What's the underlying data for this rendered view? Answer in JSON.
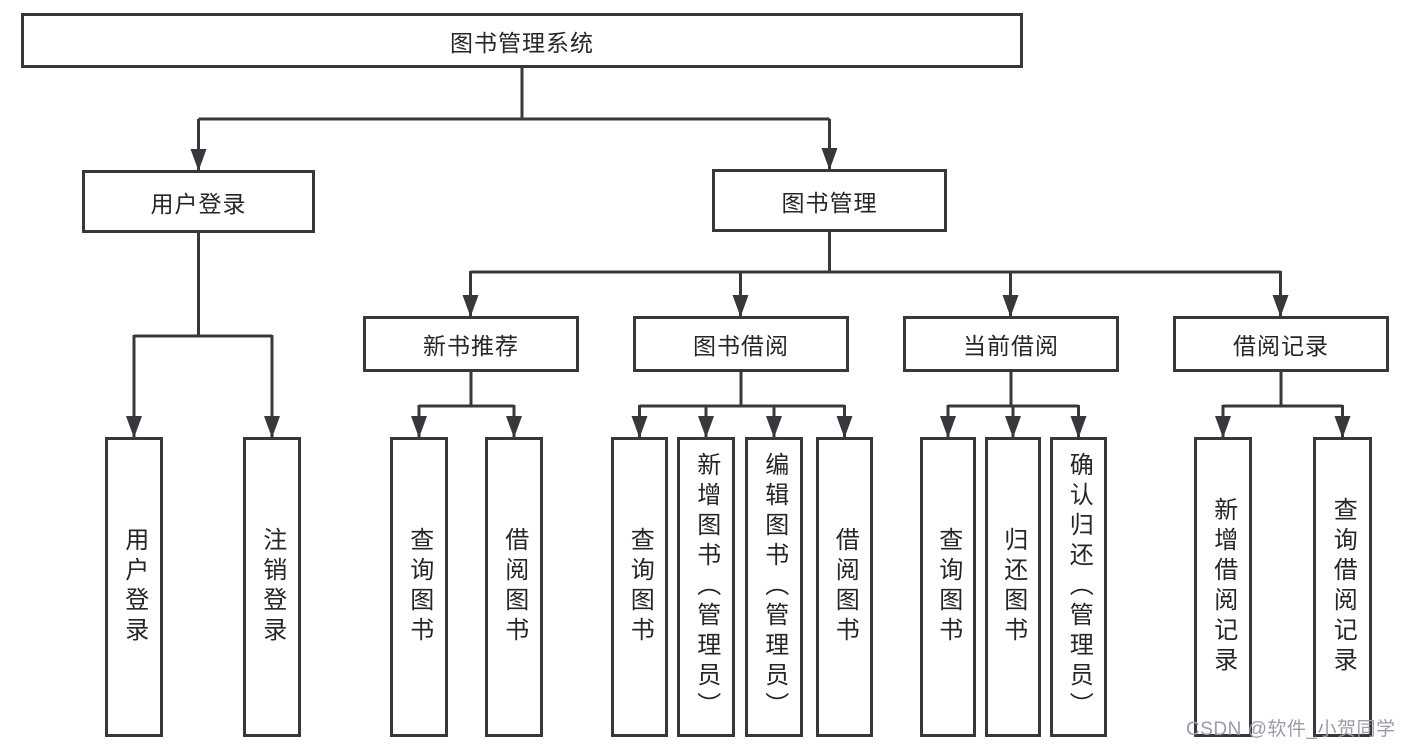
{
  "diagram": {
    "root": {
      "label": "图书管理系统"
    },
    "level2": [
      {
        "id": "user-login",
        "label": "用户登录"
      },
      {
        "id": "book-management",
        "label": "图书管理"
      }
    ],
    "level3": [
      {
        "id": "new-book-recommend",
        "label": "新书推荐"
      },
      {
        "id": "book-borrow",
        "label": "图书借阅"
      },
      {
        "id": "current-borrow",
        "label": "当前借阅"
      },
      {
        "id": "borrow-record",
        "label": "借阅记录"
      }
    ],
    "leaves": {
      "user_login": [
        "用户登录",
        "注销登录"
      ],
      "new_book_recommend": [
        "查询图书",
        "借阅图书"
      ],
      "book_borrow": [
        "查询图书",
        "新增图书（管理员）",
        "编辑图书（管理员）",
        "借阅图书"
      ],
      "current_borrow": [
        "查询图书",
        "归还图书",
        "确认归还（管理员）"
      ],
      "borrow_record": [
        "新增借阅记录",
        "查询借阅记录"
      ]
    }
  },
  "watermark": {
    "text": "CSDN @软件_小贺同学",
    "color": "#9c9ca8"
  },
  "colors": {
    "line": "#38383c",
    "text": "#26262a",
    "background": "#ffffff"
  }
}
